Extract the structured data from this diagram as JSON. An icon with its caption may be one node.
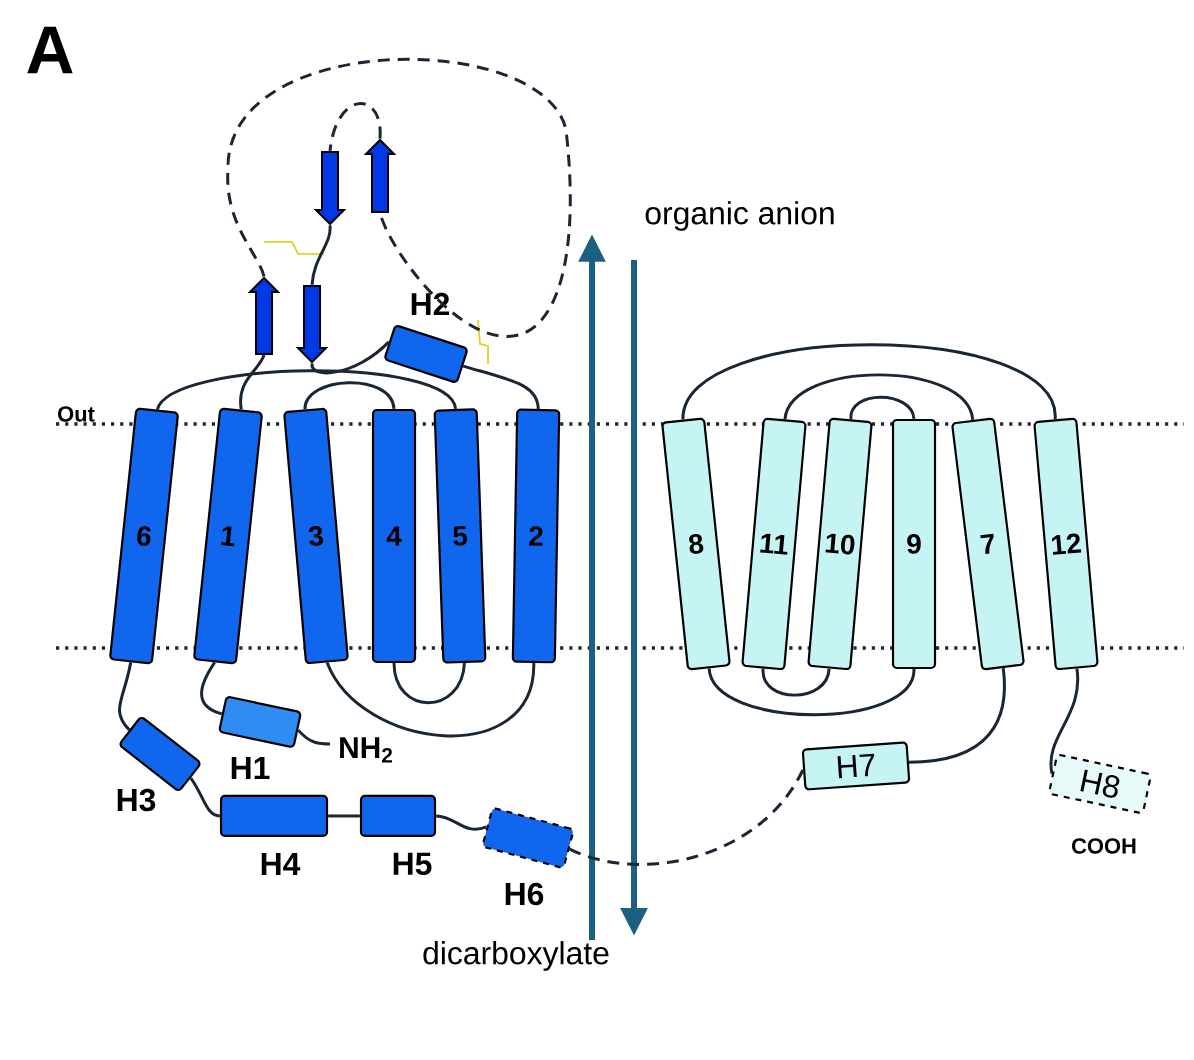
{
  "diagram": {
    "nodes": [
      {
        "text": [],
        "shape": "arrow"
      },
      {
        "text": [],
        "shape": "arrow"
      },
      {
        "text": [],
        "shape": "arrow"
      },
      {
        "text": [],
        "shape": "arrow"
      },
      {
        "text": [
          "H2"
        ]
      },
      {
        "text": [
          "6"
        ]
      },
      {
        "text": [
          "1"
        ]
      },
      {
        "text": [
          "3"
        ]
      },
      {
        "text": [
          "4"
        ]
      },
      {
        "text": [
          "5"
        ]
      },
      {
        "text": [
          "2"
        ]
      },
      {
        "text": [
          "8"
        ]
      },
      {
        "text": [
          "11"
        ]
      },
      {
        "text": [
          "10"
        ]
      },
      {
        "text": [
          "9"
        ]
      },
      {
        "text": [
          "7"
        ]
      },
      {
        "text": [
          "12"
        ]
      },
      {
        "text": [
          "H1"
        ]
      },
      {
        "text": [
          "H3"
        ]
      },
      {
        "text": [
          "H4"
        ]
      },
      {
        "text": [
          "H5"
        ]
      },
      {
        "text": [
          "H6"
        ]
      },
      {
        "text": [
          "H7"
        ]
      },
      {
        "text": [
          "H8"
        ]
      }
    ],
    "edges": [
      {
        "from": 17,
        "to": 6,
        "arrow": "none"
      },
      {
        "from": 6,
        "to": 2,
        "arrow": "none"
      },
      {
        "from": 2,
        "to": 1,
        "arrow": "none",
        "style": "dashed"
      },
      {
        "from": 1,
        "to": 0,
        "arrow": "none",
        "style": "dashed"
      },
      {
        "from": 0,
        "to": 3,
        "arrow": "none"
      },
      {
        "from": 3,
        "to": 4,
        "arrow": "none"
      },
      {
        "from": 4,
        "to": 10,
        "arrow": "none"
      },
      {
        "from": 10,
        "to": 7,
        "arrow": "none"
      },
      {
        "from": 7,
        "to": 8,
        "arrow": "none"
      },
      {
        "from": 8,
        "to": 9,
        "arrow": "none"
      },
      {
        "from": 9,
        "to": 5,
        "arrow": "none"
      },
      {
        "from": 5,
        "to": 18,
        "arrow": "none"
      },
      {
        "from": 18,
        "to": 19,
        "arrow": "none"
      },
      {
        "from": 19,
        "to": 20,
        "arrow": "none"
      },
      {
        "from": 20,
        "to": 21,
        "arrow": "none"
      },
      {
        "from": 21,
        "to": 22,
        "arrow": "none",
        "style": "dashed"
      },
      {
        "from": 22,
        "to": 15,
        "arrow": "none"
      },
      {
        "from": 15,
        "to": 12,
        "arrow": "none"
      },
      {
        "from": 12,
        "to": 13,
        "arrow": "none"
      },
      {
        "from": 13,
        "to": 14,
        "arrow": "none"
      },
      {
        "from": 14,
        "to": 11,
        "arrow": "none"
      },
      {
        "from": 11,
        "to": 16,
        "arrow": "none"
      },
      {
        "from": 16,
        "to": 23,
        "arrow": "none"
      }
    ],
    "labels": [
      "A",
      "Out",
      "organic anion",
      "NH$_{2}$",
      "COOH",
      "dicarboxylate"
    ]
  }
}
